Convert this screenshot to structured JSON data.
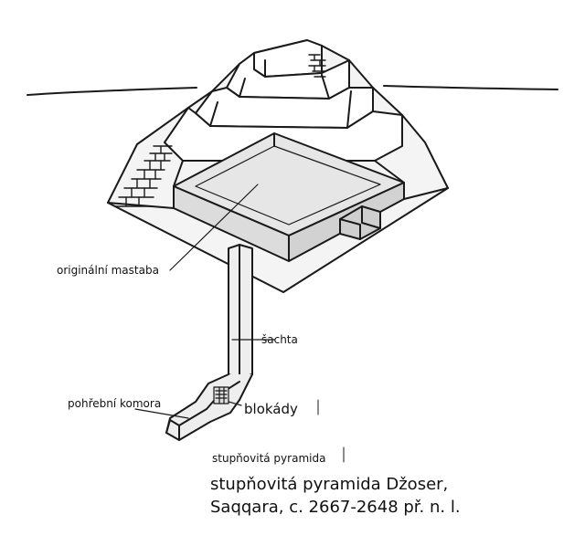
{
  "labels": {
    "mastaba": "originální mastaba",
    "shaft": "šachta",
    "chamber": "pohřební komora",
    "blockages": "blokády",
    "pyramid": "stupňovitá pyramida"
  },
  "caption": {
    "line1": "stupňovitá pyramida Džoser,",
    "line2": "Saqqara, c. 2667-2648 př. n. l."
  }
}
